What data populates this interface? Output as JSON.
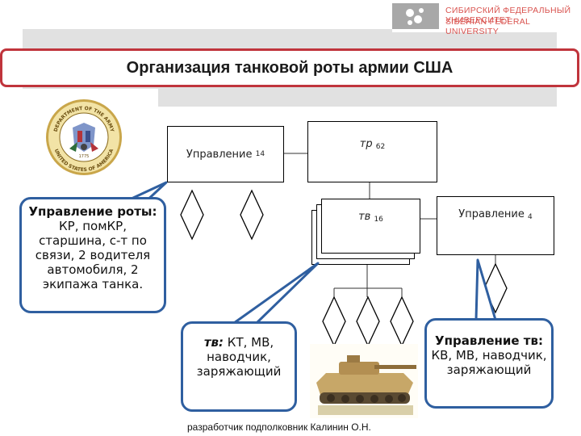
{
  "header": {
    "title": "Организация танковой роты армии США",
    "university_line1": "СИБИРСКИЙ ФЕДЕРАЛЬНЫЙ УНИВЕРСИТЕТ",
    "university_line2": "SIBERIAN FEDERAL UNIVERSITY"
  },
  "seal": {
    "text_top": "DEPARTMENT OF THE ARMY",
    "text_bottom": "UNITED STATES OF AMERICA",
    "year": "1775"
  },
  "org_chart": {
    "management": {
      "label": "Управление",
      "count": "14"
    },
    "company": {
      "label": "тр",
      "count": "62"
    },
    "platoon": {
      "label": "тв",
      "count": "16"
    },
    "management2": {
      "label": "Управление",
      "count": "4"
    }
  },
  "callouts": {
    "company_hq_bold": "Управление роты:",
    "company_hq_text": "КР, помКР, старшина, с-т по связи, 2 водителя автомобиля, 2 экипажа танка.",
    "platoon_bold": "тв:",
    "platoon_text": "КТ, МВ, наводчик, заряжающий",
    "platoon_hq_bold": "Управление тв:",
    "platoon_hq_text": "КВ, МВ, наводчик, заряжающий"
  },
  "footer": {
    "author": "разработчик   подполковник Калинин О.Н."
  },
  "colors": {
    "title_border": "#c0343c",
    "callout_border": "#2f5fa0",
    "panel_grey": "#e1e1e1"
  }
}
